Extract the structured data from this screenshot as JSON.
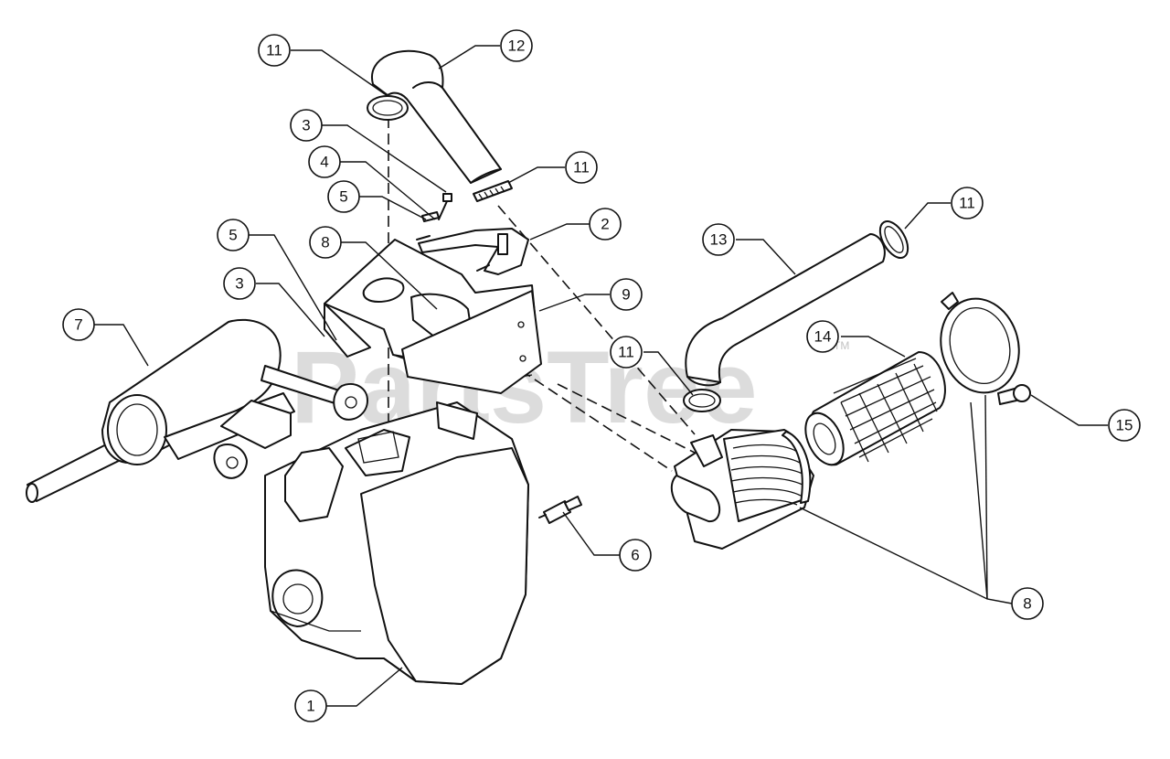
{
  "watermark": {
    "text": "PartsTree",
    "trademark": "TM"
  },
  "callouts": [
    {
      "id": "c-11-top",
      "label": "11"
    },
    {
      "id": "c-12",
      "label": "12"
    },
    {
      "id": "c-3-top",
      "label": "3"
    },
    {
      "id": "c-11-mid",
      "label": "11"
    },
    {
      "id": "c-4",
      "label": "4"
    },
    {
      "id": "c-5-top",
      "label": "5"
    },
    {
      "id": "c-2",
      "label": "2"
    },
    {
      "id": "c-11-right",
      "label": "11"
    },
    {
      "id": "c-5-left",
      "label": "5"
    },
    {
      "id": "c-8-top",
      "label": "8"
    },
    {
      "id": "c-13",
      "label": "13"
    },
    {
      "id": "c-3-left",
      "label": "3"
    },
    {
      "id": "c-9",
      "label": "9"
    },
    {
      "id": "c-7",
      "label": "7"
    },
    {
      "id": "c-14",
      "label": "14"
    },
    {
      "id": "c-11-lower",
      "label": "11"
    },
    {
      "id": "c-15",
      "label": "15"
    },
    {
      "id": "c-6",
      "label": "6"
    },
    {
      "id": "c-8-bottom",
      "label": "8"
    },
    {
      "id": "c-1",
      "label": "1"
    }
  ]
}
